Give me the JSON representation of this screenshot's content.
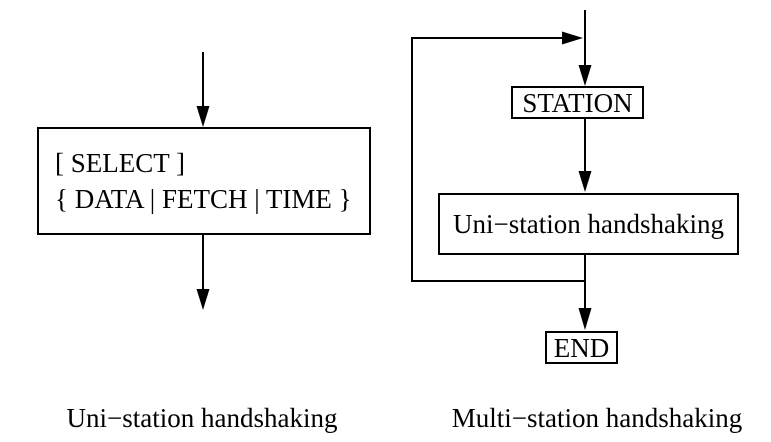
{
  "figure": {
    "colors": {
      "line": "#000000",
      "background": "#ffffff"
    },
    "left_diagram": {
      "box_line1": "[ SELECT ]",
      "box_line2": "{ DATA | FETCH | TIME }",
      "caption": "Uni−station handshaking"
    },
    "right_diagram": {
      "station_label": "STATION",
      "process_label": "Uni−station handshaking",
      "end_label": "END",
      "caption": "Multi−station handshaking"
    }
  }
}
